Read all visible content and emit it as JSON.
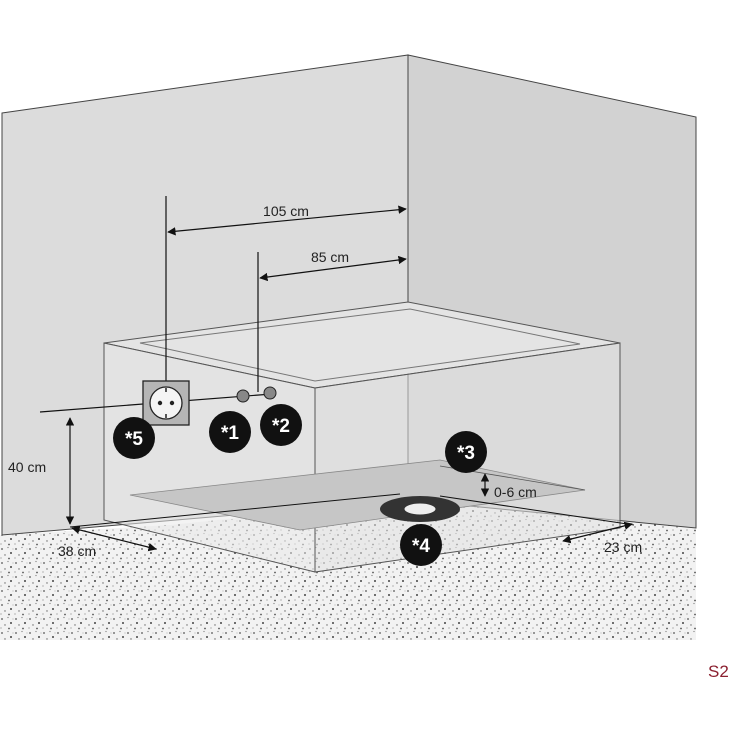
{
  "dimensions": {
    "width_outer": "105 cm",
    "width_inner": "85 cm",
    "height_socket": "40 cm",
    "depth_left": "38 cm",
    "depth_right": "23 cm",
    "tray_height": "0-6 cm"
  },
  "markers": {
    "m1": "*1",
    "m2": "*2",
    "m3": "*3",
    "m4": "*4",
    "m5": "*5"
  },
  "badge": "S2",
  "colors": {
    "wall_back": "#dcdcdc",
    "wall_side": "#d0d0d0",
    "floor": "#ececec",
    "marker": "#111111",
    "badge": "#8b2030"
  }
}
